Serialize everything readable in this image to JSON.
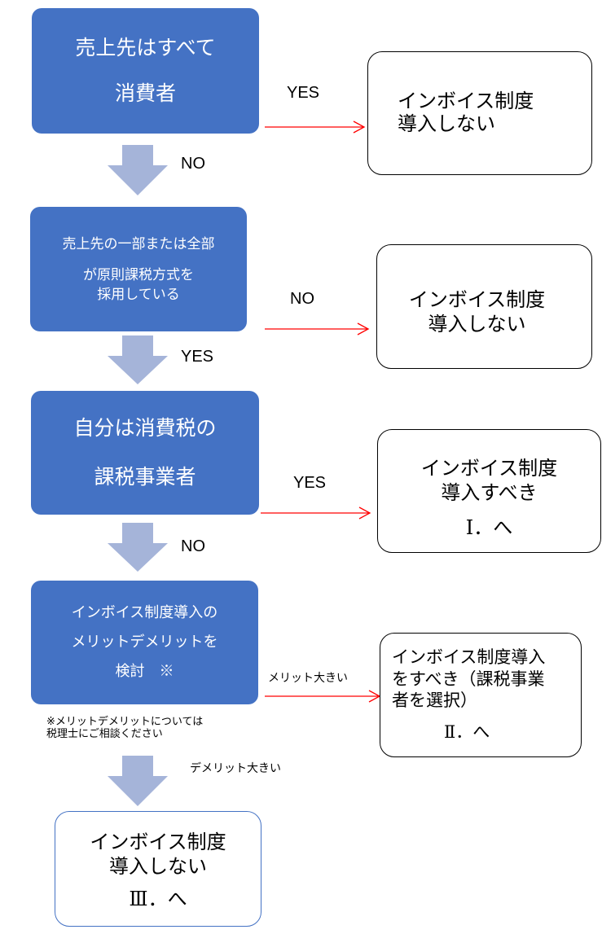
{
  "colors": {
    "box_fill": "#4472c4",
    "arrow_gray": "#a5b4d9",
    "line_red": "#ff0000",
    "final_border": "#4472c4"
  },
  "q1": {
    "line1": "売上先はすべて",
    "line2": "消費者"
  },
  "q1_yes_label": "YES",
  "r1": {
    "line1": "インボイス制度",
    "line2": "導入しない"
  },
  "q1_no_label": "NO",
  "q2": {
    "line1": "売上先の一部または全部",
    "line2": "が原則課税方式を",
    "line3": "採用している"
  },
  "q2_no_label": "NO",
  "r2": {
    "line1": "インボイス制度",
    "line2": "導入しない"
  },
  "q2_yes_label": "YES",
  "q3": {
    "line1": "自分は消費税の",
    "line2": "課税事業者"
  },
  "q3_yes_label": "YES",
  "r3": {
    "line1": "インボイス制度",
    "line2": "導入すべき",
    "line3": "Ⅰ．へ"
  },
  "q3_no_label": "NO",
  "q4": {
    "line1": "インボイス制度導入の",
    "line2": "メリットデメリットを",
    "line3": "検討　※"
  },
  "q4_merit_label": "メリット大きい",
  "r4": {
    "line1": "インボイス制度導入",
    "line2": "をすべき（課税事業",
    "line3": "者を選択）",
    "line4": "Ⅱ．へ"
  },
  "note": {
    "line1": "※メリットデメリットについては",
    "line2": "税理士にご相談ください"
  },
  "q4_demerit_label": "デメリット大きい",
  "r5": {
    "line1": "インボイス制度",
    "line2": "導入しない",
    "line3": "Ⅲ．へ"
  }
}
